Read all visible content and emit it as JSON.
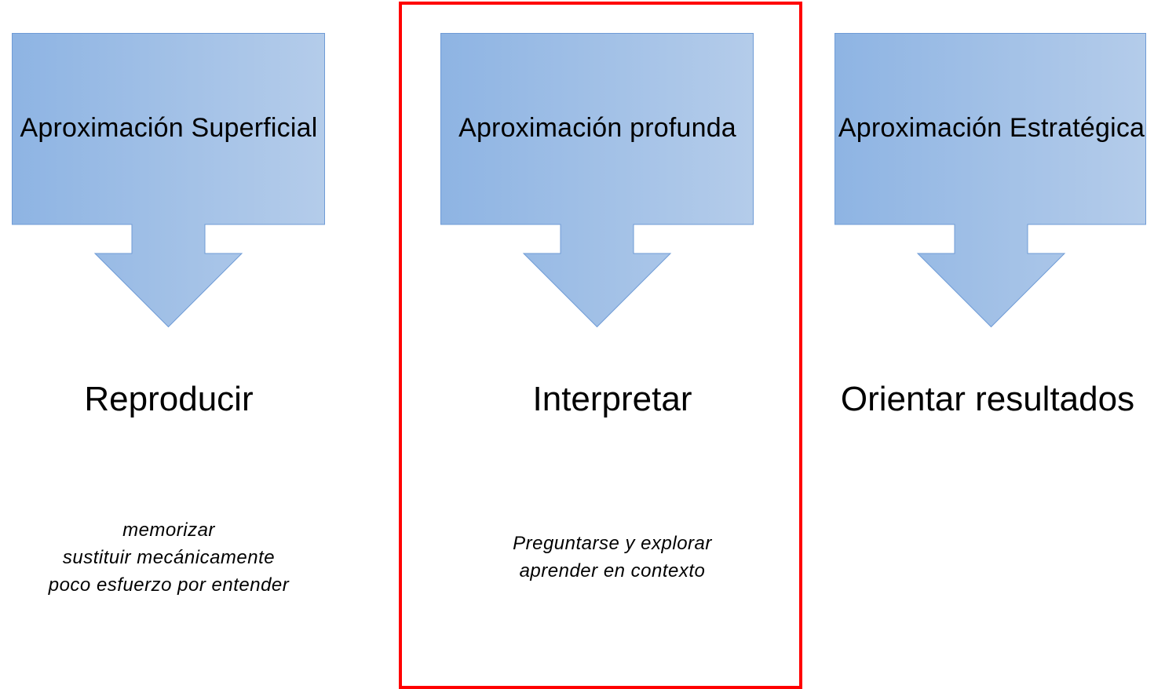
{
  "colors": {
    "callout_fill_start": "#8EB4E3",
    "callout_fill_end": "#B4CCEA",
    "callout_stroke": "#6F9BD6",
    "highlight": "#FF0000",
    "text": "#000000"
  },
  "columns": [
    {
      "header": "Aproximación Superficial",
      "outcome": "Reproducir",
      "notes": [
        "memorizar",
        "sustituir mecánicamente",
        "poco esfuerzo por entender"
      ]
    },
    {
      "header": "Aproximación profunda",
      "outcome": "Interpretar",
      "notes": [
        "Preguntarse y explorar",
        "aprender en contexto"
      ],
      "highlighted": true
    },
    {
      "header": "Aproximación Estratégica",
      "outcome": "Orientar resultados",
      "notes": []
    }
  ]
}
